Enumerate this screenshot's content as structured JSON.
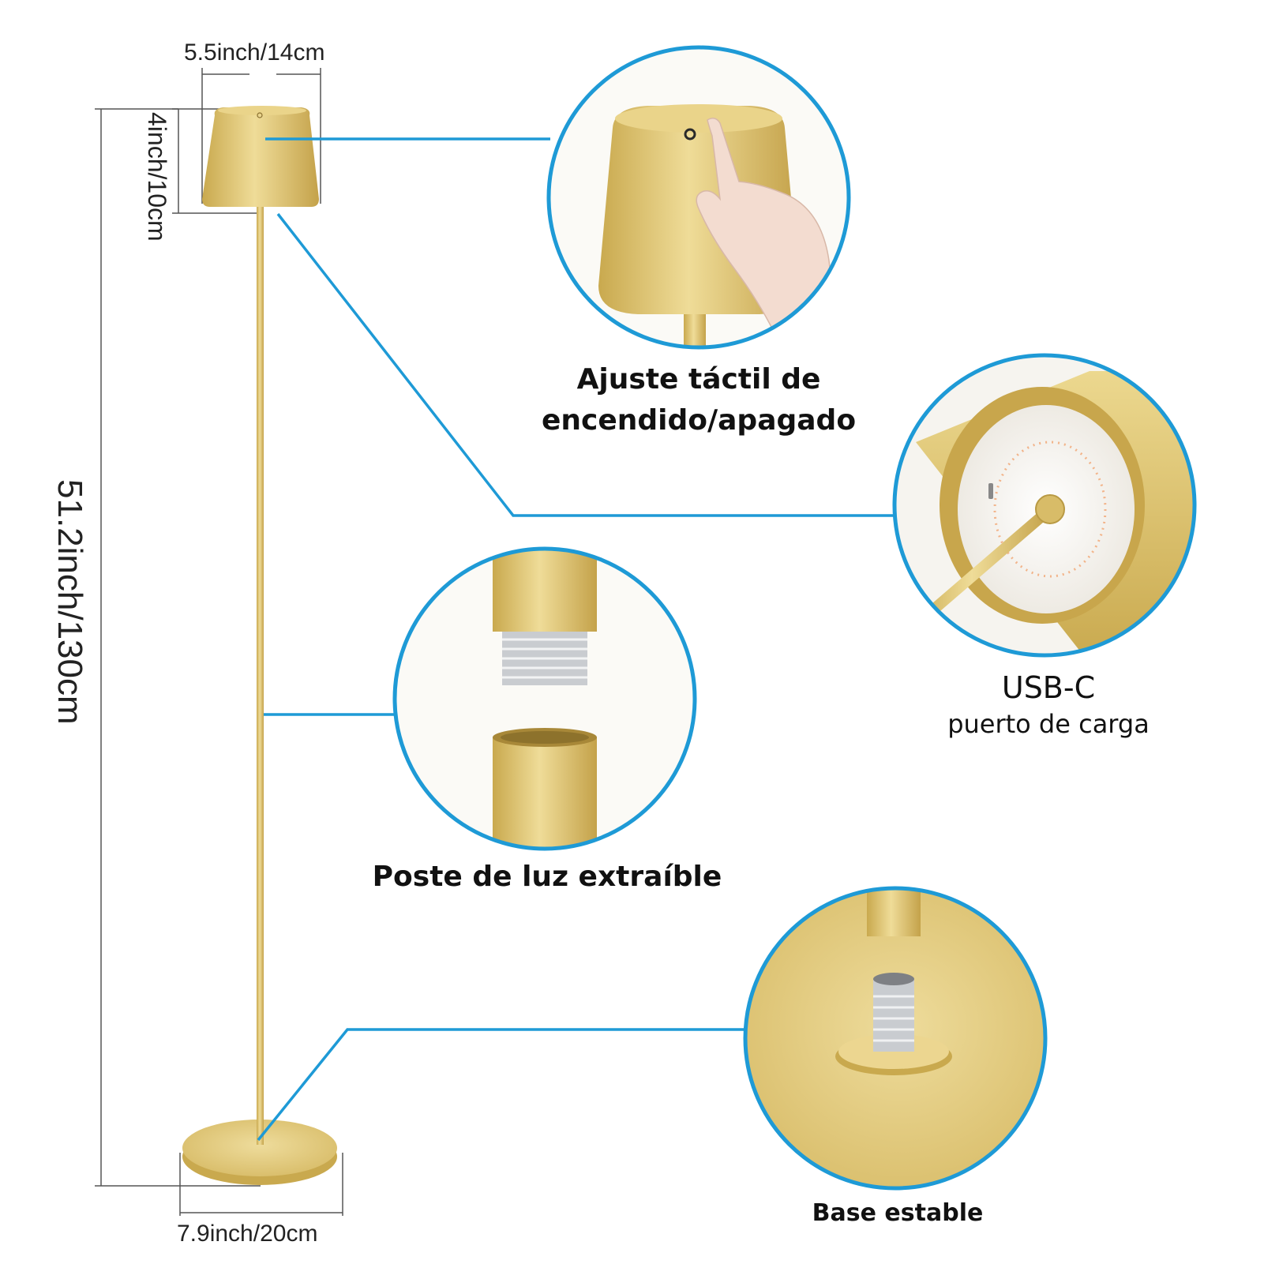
{
  "dimensions": {
    "shade_width": "5.5inch/14cm",
    "shade_height": "4inch/10cm",
    "total_height": "51.2inch/130cm",
    "base_width": "7.9inch/20cm"
  },
  "features": {
    "touch": {
      "line1": "Ajuste táctil de",
      "line2": "encendido/apagado"
    },
    "usb": {
      "line1": "USB-C",
      "line2": "puerto de carga"
    },
    "pole": {
      "label": "Poste de luz extraíble"
    },
    "base": {
      "label": "Base estable"
    }
  },
  "colors": {
    "gold": "#d9c06a",
    "gold_dark": "#b9993f",
    "gold_light": "#efdd9a",
    "accent_blue": "#1e9ad6",
    "dimension_line": "#555555"
  }
}
